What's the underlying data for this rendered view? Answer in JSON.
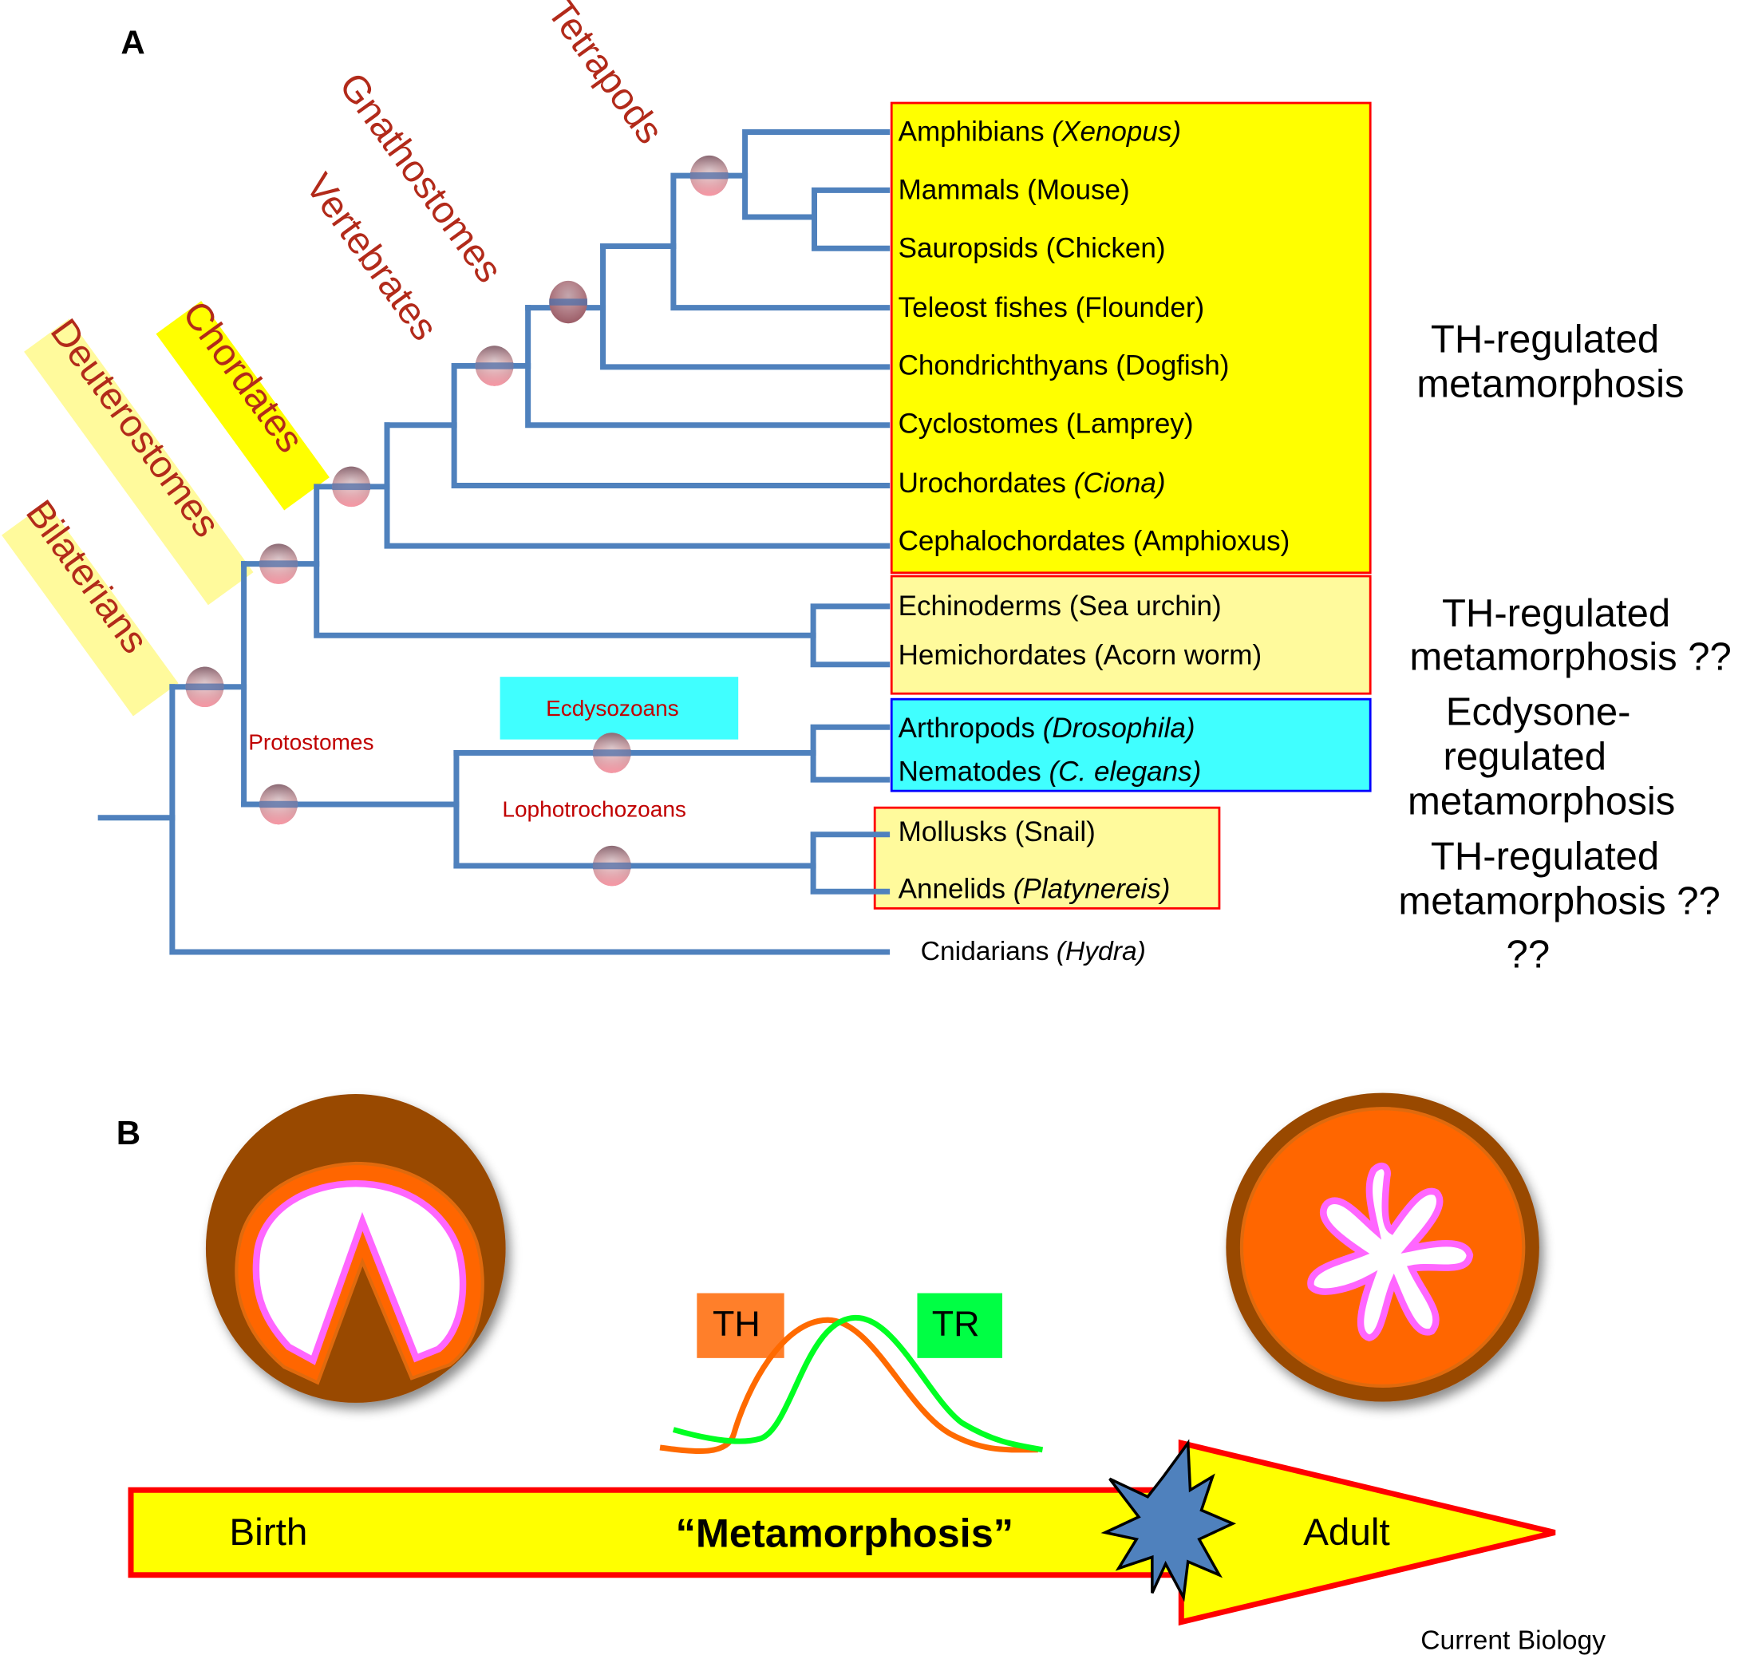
{
  "panel_a": {
    "label": "A",
    "clades": {
      "tetrapods": "Tetrapods",
      "gnathostomes": "Gnathostomes",
      "vertebrates": "Vertebrates",
      "chordates": "Chordates",
      "deuterostomes": "Deuterostomes",
      "bilaterians": "Bilaterians",
      "protostomes": "Protostomes",
      "ecdysozoans": "Ecdysozoans",
      "lophotrochozoans": "Lophotrochozoans"
    },
    "taxa": [
      {
        "name": "Amphibians",
        "example": "(Xenopus)",
        "italic": true
      },
      {
        "name": "Mammals",
        "example": "(Mouse)",
        "italic": false
      },
      {
        "name": "Sauropsids",
        "example": "(Chicken)",
        "italic": false
      },
      {
        "name": "Teleost fishes",
        "example": "(Flounder)",
        "italic": false
      },
      {
        "name": "Chondrichthyans",
        "example": "(Dogfish)",
        "italic": false
      },
      {
        "name": "Cyclostomes",
        "example": "(Lamprey)",
        "italic": false
      },
      {
        "name": "Urochordates",
        "example": "(Ciona)",
        "italic": true
      },
      {
        "name": "Cephalochordates",
        "example": "(Amphioxus)",
        "italic": false
      },
      {
        "name": "Echinoderms",
        "example": "(Sea urchin)",
        "italic": false
      },
      {
        "name": "Hemichordates",
        "example": "(Acorn worm)",
        "italic": false
      },
      {
        "name": "Arthropods",
        "example": "(Drosophila)",
        "italic": true
      },
      {
        "name": "Nematodes",
        "example": "(C. elegans)",
        "italic": true
      },
      {
        "name": "Mollusks",
        "example": "(Snail)",
        "italic": false
      },
      {
        "name": "Annelids",
        "example": "(Platynereis)",
        "italic": true
      },
      {
        "name": "Cnidarians",
        "example": "(Hydra)",
        "italic": true
      }
    ],
    "summaries": {
      "chordates": [
        "TH-regulated",
        "metamorphosis"
      ],
      "ambulacraria": [
        "TH-regulated",
        "metamorphosis ??"
      ],
      "ecdysozoa": [
        "Ecdysone-",
        "regulated",
        "metamorphosis"
      ],
      "lophotrochozoa": [
        "TH-regulated",
        "metamorphosis ??"
      ],
      "cnidaria": [
        "??"
      ]
    },
    "colors": {
      "branch": "#4f81bd",
      "clade_text": "#b22a1a",
      "strong_yellow": "#ffff00",
      "pale_yellow": "#fffa9c",
      "cyan": "#40ffff",
      "red_border": "#ff0000",
      "blue_border": "#0000ff"
    }
  },
  "panel_b": {
    "label": "B",
    "curve_labels": {
      "th": "TH",
      "tr": "TR"
    },
    "arrow_labels": {
      "birth": "Birth",
      "metamorphosis": "“Metamorphosis”",
      "adult": "Adult"
    },
    "colors": {
      "th_curve": "#ff6a00",
      "tr_curve": "#00ff22",
      "th_box": "#ff7f2a",
      "tr_box": "#00ff44",
      "brown": "#994a05",
      "orange": "#ff6600",
      "pink": "#ff66ff",
      "starburst": "#4f81bd"
    }
  },
  "credit": "Current Biology"
}
